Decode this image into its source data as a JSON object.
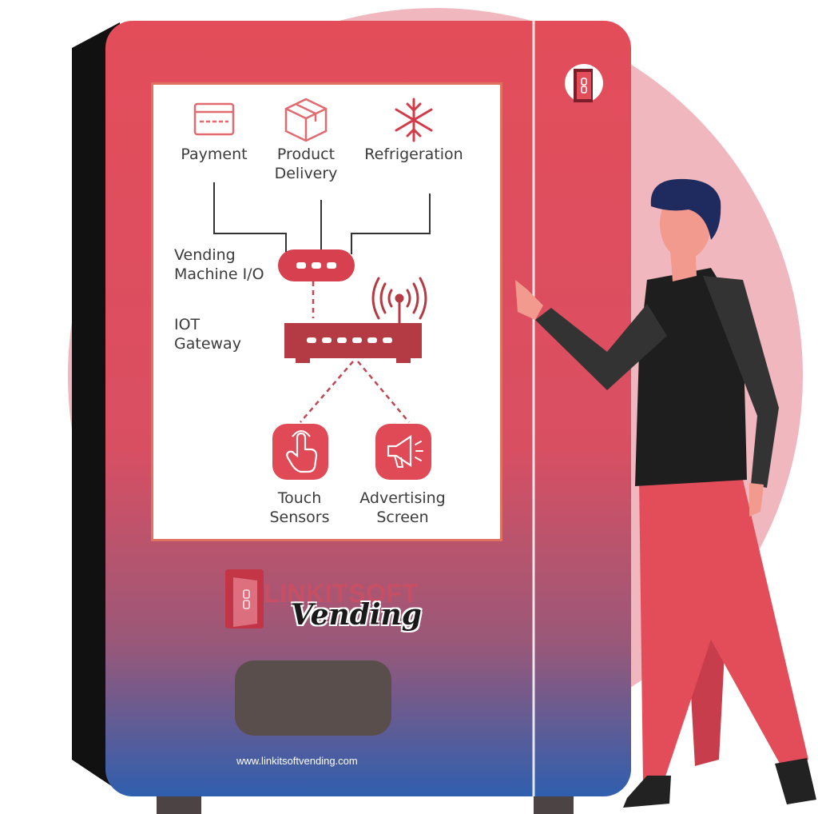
{
  "diagram": {
    "top_nodes": {
      "payment": "Payment",
      "product_delivery": "Product\nDelivery",
      "refrigeration": "Refrigeration"
    },
    "vending_io": "Vending\nMachine I/O",
    "iot_gateway": "IOT\nGateway",
    "bottom_nodes": {
      "touch_sensors": "Touch\nSensors",
      "advertising_screen": "Advertising\nScreen"
    }
  },
  "branding": {
    "logo_word": "LINKITSOFT",
    "script_word": "Vending",
    "url": "www.linkitsoftvending.com"
  },
  "colors": {
    "machine_red": "#e34d5a",
    "machine_blue": "#2f5fae",
    "accent_red": "#e85a63",
    "dark_red": "#b43a44",
    "circle_pink": "#f0b8be"
  },
  "icons": [
    "card-icon",
    "box-icon",
    "snowflake-icon",
    "router-icon",
    "antenna-icon",
    "touch-hand-icon",
    "megaphone-icon",
    "door-logo-icon"
  ]
}
